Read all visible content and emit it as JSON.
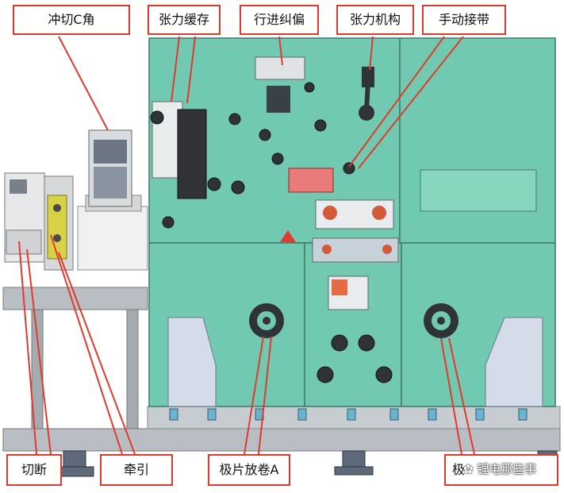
{
  "labels": {
    "punch_c_corner": "冲切C角",
    "tension_buffer": "张力缓存",
    "web_guide": "行进纠偏",
    "tension_mechanism": "张力机构",
    "manual_splice": "手动接带",
    "cutting": "切断",
    "traction": "牵引",
    "unwind_a": "极片放卷A",
    "unwind_b_partial": "极"
  },
  "watermark": "锂电那些事",
  "colors": {
    "machine": "#72c9b1",
    "machine_dark": "#5aaa93",
    "label_border": "#e23a2a",
    "leader": "#e23a2a",
    "base": "#b8bec3",
    "screen": "#86d6c0"
  }
}
